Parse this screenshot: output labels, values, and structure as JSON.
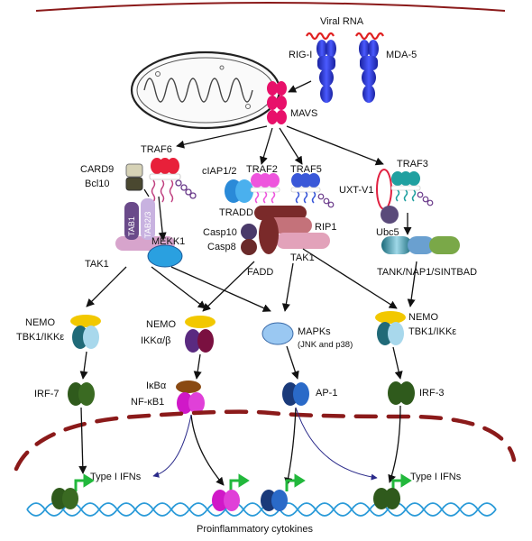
{
  "labels": {
    "viral_rna": "Viral RNA",
    "rig_i": "RIG-I",
    "mda5": "MDA-5",
    "mavs": "MAVS",
    "traf6": "TRAF6",
    "card9": "CARD9",
    "bcl10": "Bcl10",
    "ciap": "cIAP1/2",
    "traf2": "TRAF2",
    "traf5": "TRAF5",
    "traf3": "TRAF3",
    "uxt": "UXT-V1",
    "ubc5": "Ubc5",
    "tradd": "TRADD",
    "rip1": "RIP1",
    "casp10": "Casp10",
    "casp8": "Casp8",
    "fadd": "FADD",
    "tak1_mid": "TAK1",
    "tab1": "TAB1",
    "tab23": "TAB2/3",
    "mekk1": "MEKK1",
    "tak1_left": "TAK1",
    "tank": "TANK/NAP1/SINTBAD",
    "nemo_left": "NEMO",
    "tbk1_left": "TBK1/IKKε",
    "nemo_mid": "NEMO",
    "ikk": "IKKα/β",
    "mapks": "MAPKs",
    "jnk": "(JNK and p38)",
    "nemo_right": "NEMO",
    "tbk1_right": "TBK1/IKKε",
    "irf7": "IRF-7",
    "ikba": "IκBα",
    "nfkb1": "NF-κB1",
    "ap1": "AP-1",
    "irf3": "IRF-3",
    "ifn_left": "Type I IFNs",
    "ifn_right": "Type I IFNs",
    "cytokines": "Proinflammatory cytokines"
  },
  "colors": {
    "rna": "#e02020",
    "receptor_blue": "#2a35d8",
    "mavs": "#e8106a",
    "traf6": "#e8203a",
    "traf2": "#ee55dd",
    "traf5": "#3a58d8",
    "traf3": "#20a0a0",
    "tak1": "#d7a4cc",
    "tab1": "#6a4a8a",
    "mekk1": "#2aa0e0",
    "nemo": "#f2c800",
    "tbk1_dark": "#206a78",
    "tbk1_light": "#a8d8ec",
    "irf": "#2f5a1c",
    "ikk_dark": "#7a1040",
    "ikk_mid": "#5a2a80",
    "ikba": "#8a4a12",
    "nfkb": "#d018c8",
    "ap1": "#1a5aaa",
    "membrane": "#8b1a1a",
    "dna": "#2a9ad8",
    "promoter": "#22b83c"
  }
}
